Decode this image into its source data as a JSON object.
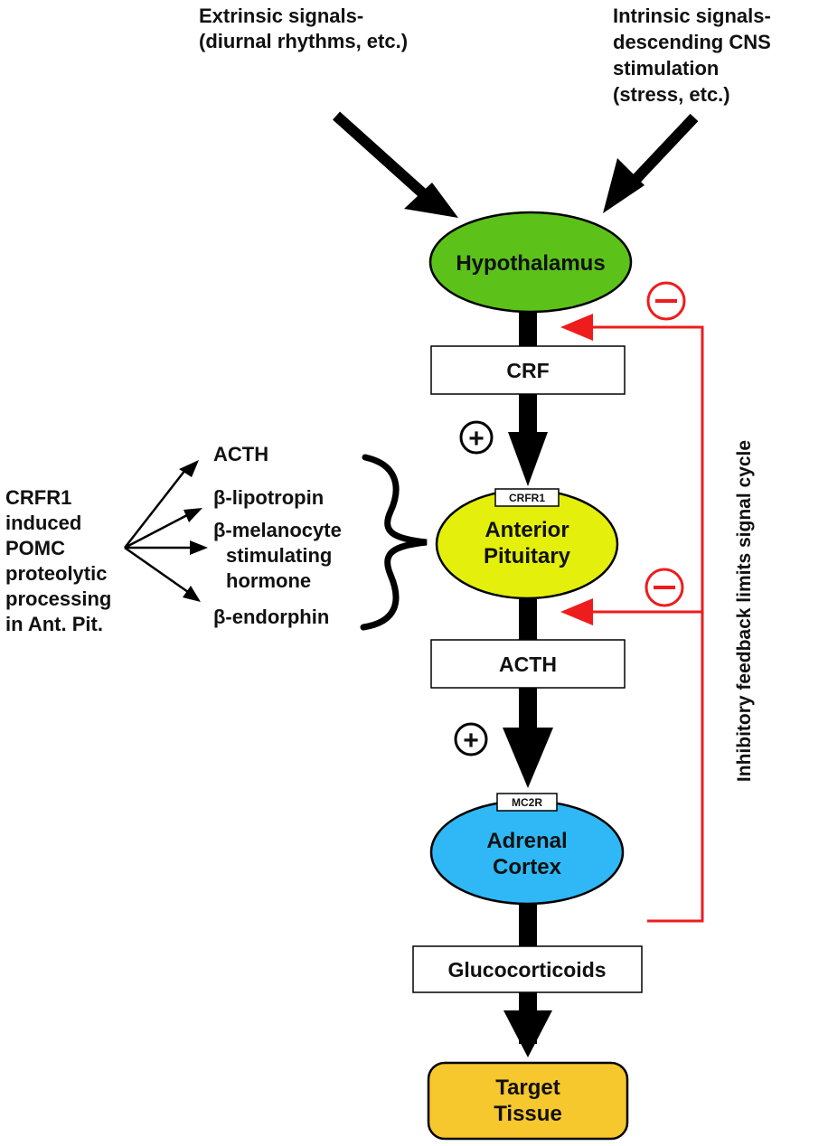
{
  "diagram": {
    "inputs": {
      "extrinsic": [
        "Extrinsic signals-",
        "(diurnal rhythms, etc.)"
      ],
      "intrinsic": [
        "Intrinsic signals-",
        "descending CNS",
        "stimulation",
        "(stress, etc.)"
      ]
    },
    "nodes": {
      "hypothalamus": {
        "label": "Hypothalamus",
        "color": "#5cc21a"
      },
      "anterior_pituitary": {
        "lines": [
          "Anterior",
          "Pituitary"
        ],
        "color": "#e4f00c",
        "receptor": "CRFR1"
      },
      "adrenal_cortex": {
        "lines": [
          "Adrenal",
          "Cortex"
        ],
        "color": "#2fb8f5",
        "receptor": "MC2R"
      },
      "target_tissue": {
        "lines": [
          "Target",
          "Tissue"
        ],
        "color": "#f7c72e"
      }
    },
    "signals": {
      "crf": "CRF",
      "acth": "ACTH",
      "glucocorticoids": "Glucocorticoids"
    },
    "stimulation_sign": "+",
    "inhibition_sign": "−",
    "feedback_label": "Inhibitory feedback limits signal cycle",
    "feedback_color": "#ee1c1c",
    "pomc": {
      "caption": [
        "CRFR1",
        "induced",
        "POMC",
        "proteolytic",
        "processing",
        "in Ant. Pit."
      ],
      "products": [
        "ACTH",
        "β-lipotropin",
        "β-melanocyte",
        "stimulating",
        "hormone",
        "β-endorphin"
      ]
    }
  }
}
